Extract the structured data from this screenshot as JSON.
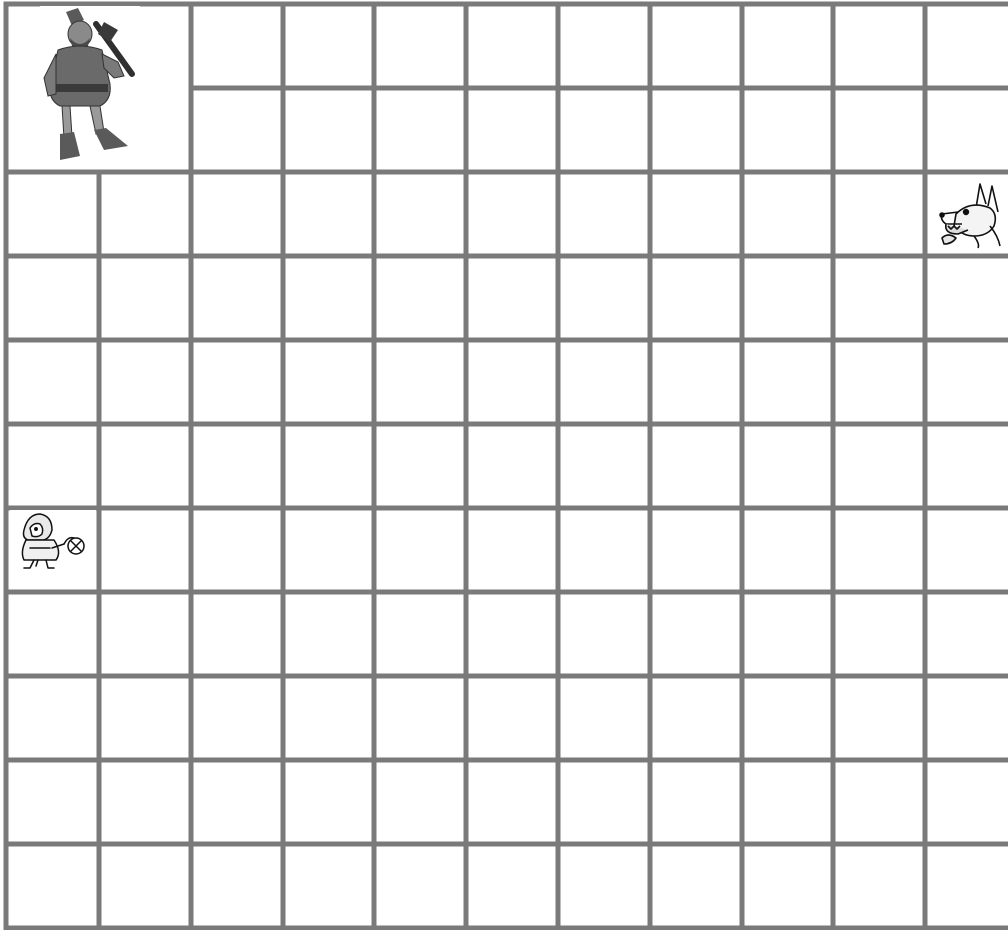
{
  "board": {
    "rows": 11,
    "columns": 11,
    "line_color": "#7a7a7a",
    "background_color": "#ffffff",
    "merged_cells": [
      {
        "row": 0,
        "col": 0,
        "rowspan": 2,
        "colspan": 2
      }
    ]
  },
  "pieces": [
    {
      "name": "woodsman-piece",
      "icon": "woodsman-icon",
      "row": 0,
      "col": 0,
      "rowspan": 2,
      "colspan": 2
    },
    {
      "name": "wolf-piece",
      "icon": "wolf-icon",
      "row": 2,
      "col": 10
    },
    {
      "name": "red-riding-hood-piece",
      "icon": "red-riding-hood-icon",
      "row": 6,
      "col": 0
    }
  ]
}
